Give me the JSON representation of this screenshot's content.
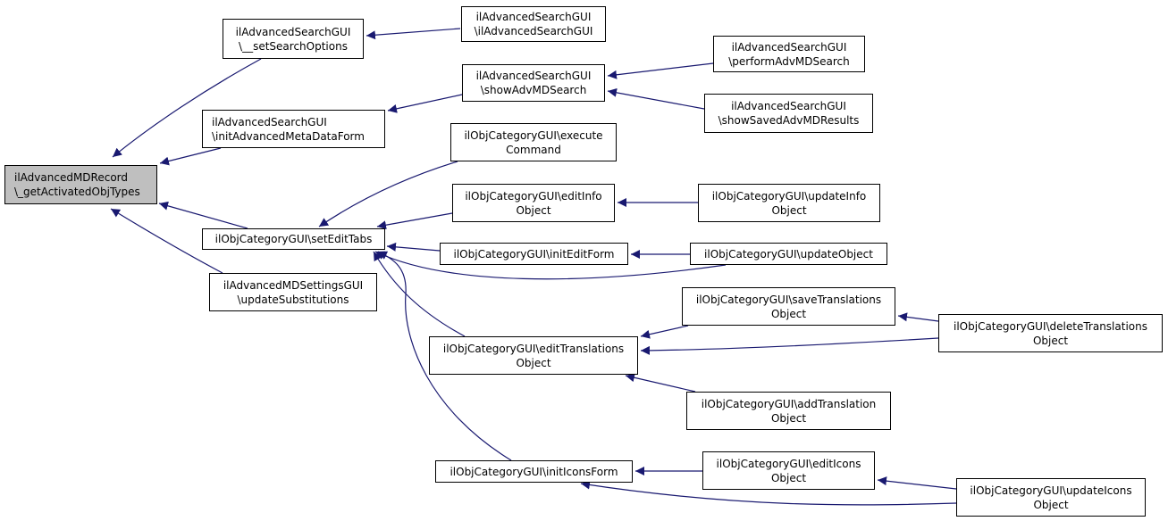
{
  "diagram": {
    "type": "call-graph",
    "colors": {
      "edge": "#191970",
      "root_fill": "#bfbfbf",
      "node_fill": "#ffffff",
      "border": "#000000"
    },
    "nodes": [
      {
        "id": "root",
        "line1": "ilAdvancedMDRecord",
        "line2": "\\_getActivatedObjTypes"
      },
      {
        "id": "setSearchOptions",
        "line1": "ilAdvancedSearchGUI",
        "line2": "\\__setSearchOptions"
      },
      {
        "id": "asConstructor",
        "line1": "ilAdvancedSearchGUI",
        "line2": "\\ilAdvancedSearchGUI"
      },
      {
        "id": "initAdvMetaDataForm",
        "line1": "ilAdvancedSearchGUI",
        "line2": "\\initAdvancedMetaDataForm"
      },
      {
        "id": "showAdvMDSearch",
        "line1": "ilAdvancedSearchGUI",
        "line2": "\\showAdvMDSearch"
      },
      {
        "id": "performAdvMDSearch",
        "line1": "ilAdvancedSearchGUI",
        "line2": "\\performAdvMDSearch"
      },
      {
        "id": "showSavedAdvMDResults",
        "line1": "ilAdvancedSearchGUI",
        "line2": "\\showSavedAdvMDResults"
      },
      {
        "id": "setEditTabs",
        "line1": "ilObjCategoryGUI\\setEditTabs",
        "line2": ""
      },
      {
        "id": "updateSubstitutions",
        "line1": "ilAdvancedMDSettingsGUI",
        "line2": "\\updateSubstitutions"
      },
      {
        "id": "executeCommand",
        "line1": "ilObjCategoryGUI\\execute",
        "line2": "Command"
      },
      {
        "id": "editInfoObject",
        "line1": "ilObjCategoryGUI\\editInfo",
        "line2": "Object"
      },
      {
        "id": "updateInfoObject",
        "line1": "ilObjCategoryGUI\\updateInfo",
        "line2": "Object"
      },
      {
        "id": "initEditForm",
        "line1": "ilObjCategoryGUI\\initEditForm",
        "line2": ""
      },
      {
        "id": "updateObject",
        "line1": "ilObjCategoryGUI\\updateObject",
        "line2": ""
      },
      {
        "id": "saveTranslationsObject",
        "line1": "ilObjCategoryGUI\\saveTranslations",
        "line2": "Object"
      },
      {
        "id": "deleteTranslationsObject",
        "line1": "ilObjCategoryGUI\\deleteTranslations",
        "line2": "Object"
      },
      {
        "id": "editTranslationsObject",
        "line1": "ilObjCategoryGUI\\editTranslations",
        "line2": "Object"
      },
      {
        "id": "addTranslationObject",
        "line1": "ilObjCategoryGUI\\addTranslation",
        "line2": "Object"
      },
      {
        "id": "initIconsForm",
        "line1": "ilObjCategoryGUI\\initIconsForm",
        "line2": ""
      },
      {
        "id": "editIconsObject",
        "line1": "ilObjCategoryGUI\\editIcons",
        "line2": "Object"
      },
      {
        "id": "updateIconsObject",
        "line1": "ilObjCategoryGUI\\updateIcons",
        "line2": "Object"
      }
    ],
    "edges": [
      {
        "from": "setSearchOptions",
        "to": "root"
      },
      {
        "from": "initAdvMetaDataForm",
        "to": "root"
      },
      {
        "from": "setEditTabs",
        "to": "root"
      },
      {
        "from": "updateSubstitutions",
        "to": "root"
      },
      {
        "from": "asConstructor",
        "to": "setSearchOptions"
      },
      {
        "from": "showAdvMDSearch",
        "to": "initAdvMetaDataForm"
      },
      {
        "from": "performAdvMDSearch",
        "to": "showAdvMDSearch"
      },
      {
        "from": "showSavedAdvMDResults",
        "to": "showAdvMDSearch"
      },
      {
        "from": "executeCommand",
        "to": "setEditTabs"
      },
      {
        "from": "editInfoObject",
        "to": "setEditTabs"
      },
      {
        "from": "initEditForm",
        "to": "setEditTabs"
      },
      {
        "from": "updateObject",
        "to": "setEditTabs"
      },
      {
        "from": "editTranslationsObject",
        "to": "setEditTabs"
      },
      {
        "from": "initIconsForm",
        "to": "setEditTabs"
      },
      {
        "from": "updateInfoObject",
        "to": "editInfoObject"
      },
      {
        "from": "updateObject",
        "to": "initEditForm"
      },
      {
        "from": "saveTranslationsObject",
        "to": "editTranslationsObject"
      },
      {
        "from": "deleteTranslationsObject",
        "to": "editTranslationsObject"
      },
      {
        "from": "addTranslationObject",
        "to": "editTranslationsObject"
      },
      {
        "from": "deleteTranslationsObject",
        "to": "saveTranslationsObject"
      },
      {
        "from": "editIconsObject",
        "to": "initIconsForm"
      },
      {
        "from": "updateIconsObject",
        "to": "initIconsForm"
      },
      {
        "from": "updateIconsObject",
        "to": "editIconsObject"
      }
    ]
  }
}
